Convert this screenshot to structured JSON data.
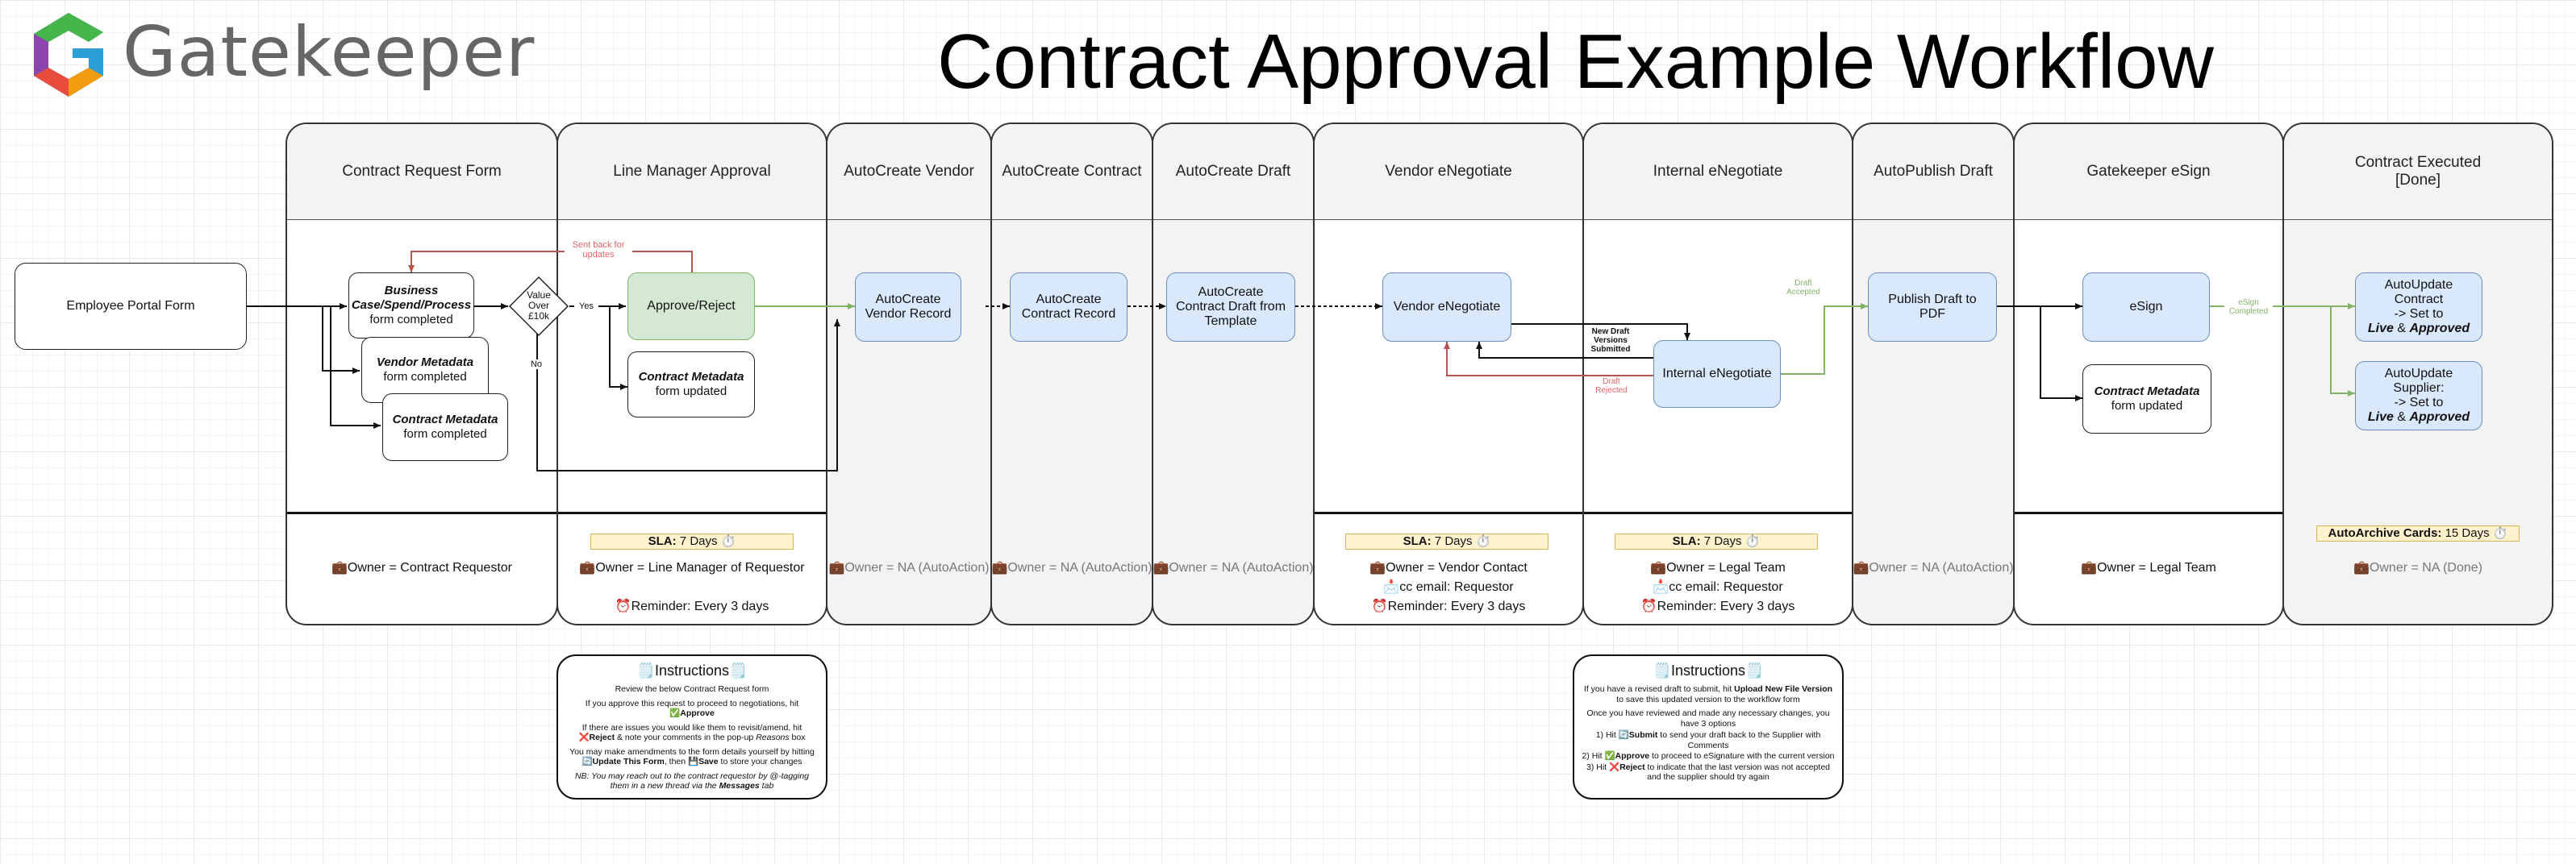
{
  "logo_text": "Gatekeeper",
  "title": "Contract Approval Example Workflow",
  "lanes": [
    {
      "title": "Contract Request Form"
    },
    {
      "title": "Line Manager Approval"
    },
    {
      "title": "AutoCreate Vendor"
    },
    {
      "title": "AutoCreate Contract"
    },
    {
      "title": "AutoCreate Draft"
    },
    {
      "title": "Vendor eNegotiate"
    },
    {
      "title": "Internal eNegotiate"
    },
    {
      "title": "AutoPublish Draft"
    },
    {
      "title": "Gatekeeper eSign"
    },
    {
      "title": "Contract Executed\n[Done]"
    }
  ],
  "nodes": {
    "employee_portal": "Employee Portal Form",
    "business_case": {
      "bold": "Business Case/Spend/Process",
      "rest": " form completed"
    },
    "vendor_metadata": {
      "bold": "Vendor Metadata",
      "rest": " form completed"
    },
    "contract_metadata": {
      "bold": "Contract Metadata",
      "rest": " form completed"
    },
    "decision": "Value Over £10k",
    "approve_reject": "Approve/Reject",
    "contract_metadata_updated": {
      "bold": "Contract Metadata",
      "rest": " form updated"
    },
    "autocreate_vendor_record": "AutoCreate Vendor Record",
    "autocreate_contract_record": "AutoCreate Contract Record",
    "autocreate_contract_draft": "AutoCreate Contract Draft from Template",
    "vendor_enegotiate": "Vendor eNegotiate",
    "internal_enegotiate": "Internal eNegotiate",
    "publish_draft_pdf": "Publish Draft to PDF",
    "esign": "eSign",
    "esign_contract_metadata": {
      "bold": "Contract Metadata",
      "rest": " form updated"
    },
    "autoupdate_contract": {
      "line1": "AutoUpdate Contract",
      "line2": "-> Set to",
      "bold": "Live",
      "amp": " & ",
      "bold2": "Approved"
    },
    "autoupdate_supplier": {
      "line1": "AutoUpdate Supplier:",
      "line2": "-> Set to",
      "bold": "Live",
      "amp": " & ",
      "bold2": "Approved"
    }
  },
  "edge_labels": {
    "sent_back": "Sent back for updates",
    "yes": "Yes",
    "no": "No",
    "new_draft": "New Draft Versions Submitted",
    "draft_rejected": "Draft Rejected",
    "draft_accepted": "Draft Accepted",
    "esign_completed": "eSign Completed"
  },
  "footer": {
    "request_owner": "💼Owner = Contract Requestor",
    "manager_sla": {
      "label": "SLA:",
      "value": " 7 Days ⏱️"
    },
    "manager_owner": "💼Owner = Line Manager of Requestor",
    "manager_reminder": "⏰Reminder: Every 3 days",
    "vendor_owner": "💼Owner = NA (AutoAction)",
    "contract_owner": "💼Owner = NA (AutoAction)",
    "draft_owner": "💼Owner = NA (AutoAction)",
    "vneg_sla": {
      "label": "SLA:",
      "value": " 7 Days ⏱️"
    },
    "vneg_owner": "💼Owner = Vendor Contact",
    "vneg_cc": "📩cc email: Requestor",
    "vneg_reminder": "⏰Reminder: Every 3 days",
    "ineg_sla": {
      "label": "SLA:",
      "value": " 7 Days ⏱️"
    },
    "ineg_owner": "💼Owner = Legal Team",
    "ineg_cc": "📩cc email: Requestor",
    "ineg_reminder": "⏰Reminder: Every 3 days",
    "publish_owner": "💼Owner = NA (AutoAction)",
    "esign_owner": "💼Owner = Legal Team",
    "archive": {
      "label": "AutoArchive Cards:",
      "value": " 15 Days ⏱️"
    },
    "done_owner": "💼Owner = NA (Done)"
  },
  "instructions_manager": {
    "title": "🗒️Instructions🗒️",
    "p1": "Review the below Contract Request form",
    "p2a": "If you approve this request to proceed to negotiations, hit ",
    "p2b": "✅Approve",
    "p3a": "If there are issues you would like them to revisit/amend, hit ",
    "p3b": "❌Reject",
    "p3c": " & note your comments in the pop-up ",
    "p3d": "Reasons",
    "p3e": " box",
    "p4a": "You may make amendments to the form details yourself by hitting ",
    "p4b": "🔄Update This Form",
    "p4c": ", then ",
    "p4d": "💾Save",
    "p4e": " to store your changes",
    "p5a": "NB: You may reach out to the contract requestor by @-tagging them in a new thread via the ",
    "p5b": "Messages",
    "p5c": " tab"
  },
  "instructions_internal": {
    "title": "🗒️Instructions🗒️",
    "p1a": "If you have a revised draft to submit, hit ",
    "p1b": "Upload New File Version",
    "p1c": " to save this updated version to the workflow form",
    "p2": "Once you have reviewed and made any necessary changes, you have 3 options",
    "p3a": "1) Hit ",
    "p3b": "🔄Submit",
    "p3c": " to send your draft back to the Supplier with Comments",
    "p4a": "2) Hit ",
    "p4b": "✅Approve",
    "p4c": " to proceed to eSignature with the current version",
    "p5a": "3) Hit ",
    "p5b": "❌Reject",
    "p5c": " to indicate that the last version was not accepted and the supplier should try again"
  }
}
